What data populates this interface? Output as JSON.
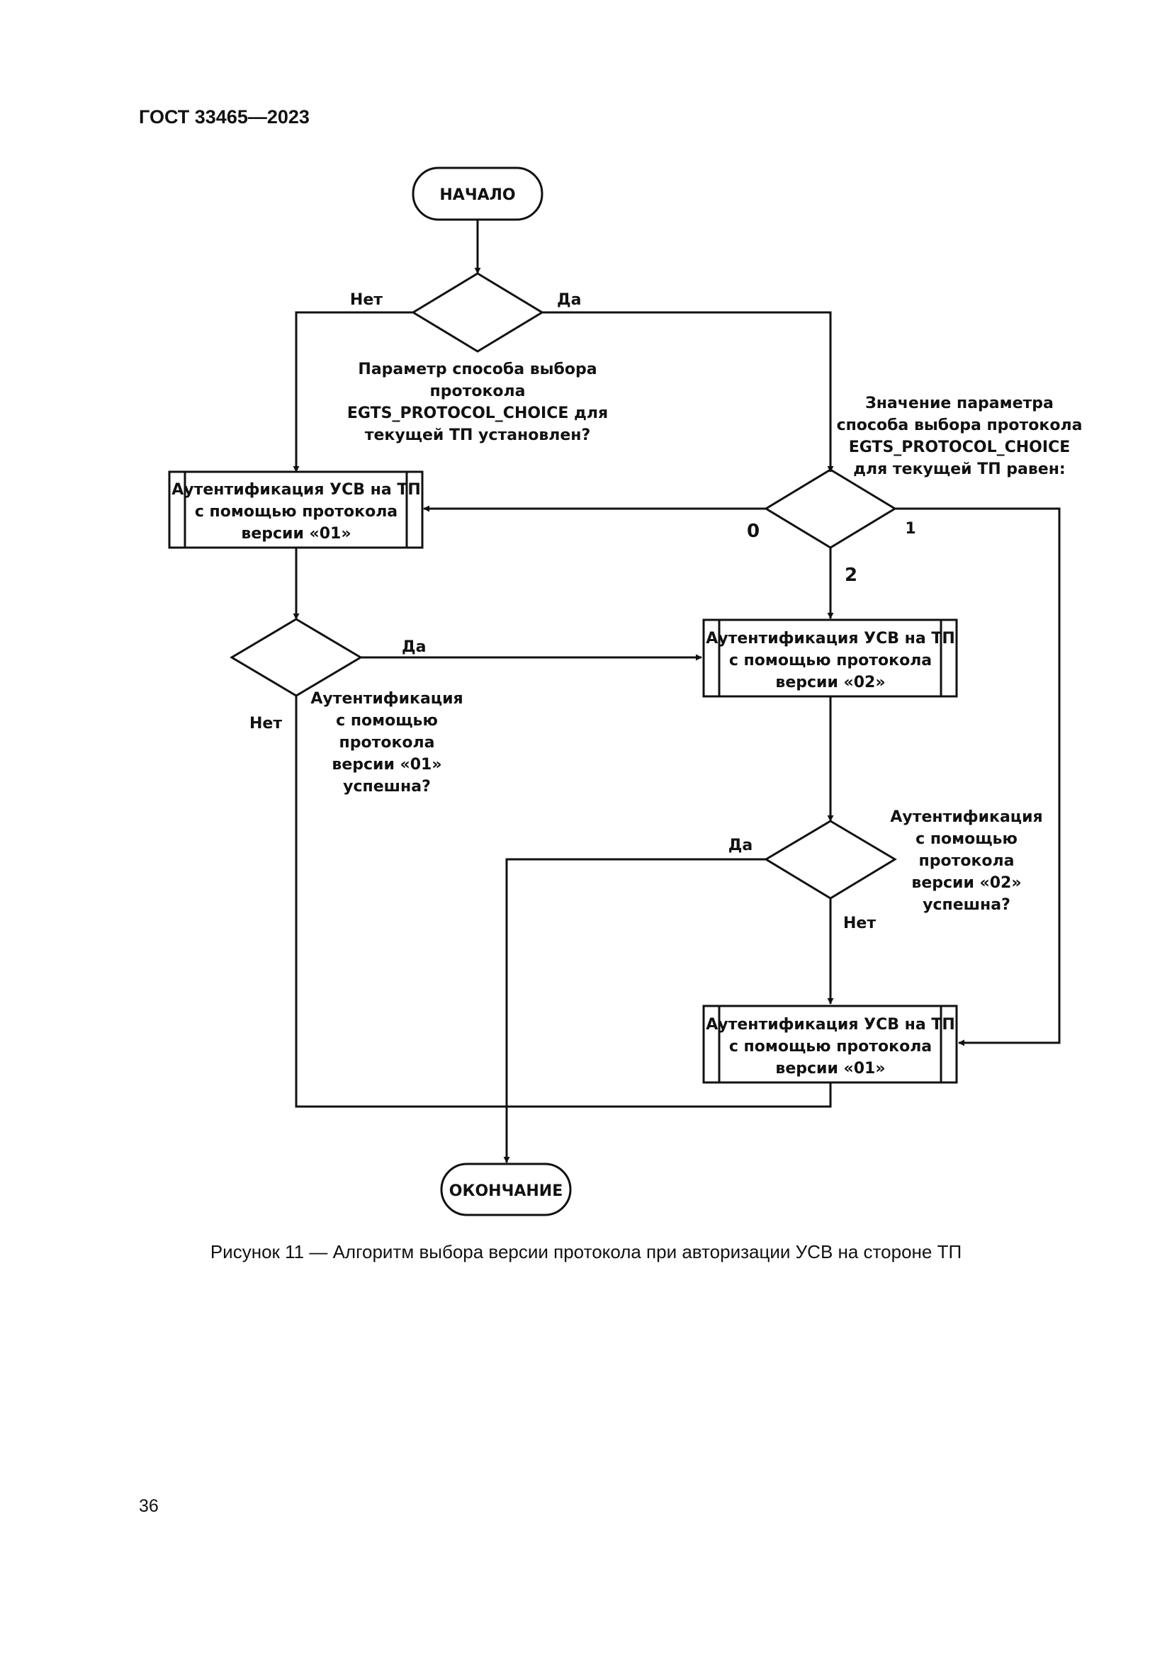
{
  "header": "ГОСТ 33465—2023",
  "start": "НАЧАЛО",
  "end": "ОКОНЧАНИЕ",
  "decision_param_set": {
    "lines": [
      "Параметр способа выбора",
      "протокола",
      "EGTS_PROTOCOL_CHOICE для",
      "текущей ТП установлен?"
    ],
    "no": "Нет",
    "yes": "Да"
  },
  "decision_param_value": {
    "lines": [
      "Значение параметра",
      "способа выбора протокола",
      "EGTS_PROTOCOL_CHOICE",
      "для текущей ТП равен:"
    ],
    "branch_0": "0",
    "branch_1": "1",
    "branch_2": "2"
  },
  "process_auth_v01_top": [
    "Аутентификация УСВ на ТП",
    "с помощью протокола",
    "версии «01»"
  ],
  "process_auth_v02": [
    "Аутентификация УСВ на ТП",
    "с помощью протокола",
    "версии «02»"
  ],
  "process_auth_v01_bottom": [
    "Аутентификация УСВ на ТП",
    "с помощью протокола",
    "версии «01»"
  ],
  "decision_v01_success": {
    "lines": [
      "Аутентификация",
      "с помощью",
      "протокола",
      "версии «01»",
      "успешна?"
    ],
    "yes": "Да",
    "no": "Нет"
  },
  "decision_v02_success": {
    "lines": [
      "Аутентификация",
      "с помощью",
      "протокола",
      "версии «02»",
      "успешна?"
    ],
    "yes": "Да",
    "no": "Нет"
  },
  "caption": "Рисунок 11 — Алгоритм выбора версии протокола при авторизации УСВ на стороне ТП",
  "page_number": "36"
}
